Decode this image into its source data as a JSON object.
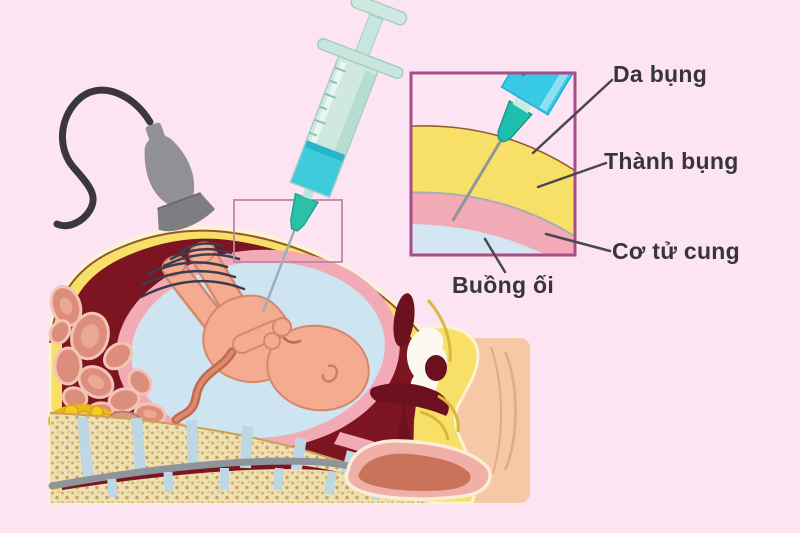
{
  "figure": {
    "title": "Amniocentesis cross-section diagram",
    "labels": {
      "da_bung": "Da bụng",
      "thanh_bung": "Thành bụng",
      "co_tu_cung": "Cơ tử cung",
      "buong_oi": "Buồng ối"
    },
    "colors": {
      "background": "#fce4f2",
      "inset_border": "#a84b8a",
      "label_text": "#37343a",
      "leader_line": "#4a474d",
      "abdominal_fat_yellow": "#f7df68",
      "skin_line_brown": "#8f5a2e",
      "uterus_muscle_pink": "#f2abb6",
      "amniotic_fluid_blue": "#cfe4f1",
      "uterus_interior_maroon": "#7c1422",
      "fetus_skin": "#f4ab90",
      "intestine_salmon": "#dd8d7c",
      "vertebra_cream": "#efe0b2",
      "spinal_cord_gray": "#8d959b",
      "syringe_mint": "#cfe9e1",
      "syringe_fluid_cyan": "#3ecbdc",
      "needle_hub_teal": "#2cc1a7",
      "inset_syringe_cyan": "#38c9e6",
      "probe_gray": "#8f8f93",
      "skin_patch_peach": "#f6c8a6"
    }
  }
}
